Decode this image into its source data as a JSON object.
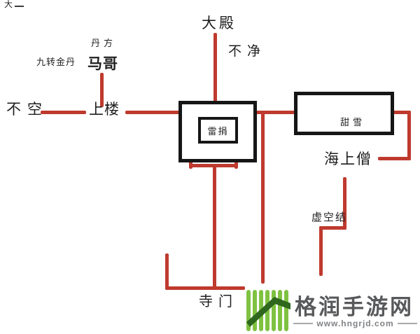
{
  "diagram": {
    "corner_mark": "大",
    "nodes": {
      "dadian": "大殿",
      "bujing": "不净",
      "danfang": "丹方",
      "jiuzhuan_jindan": "九转金丹",
      "mage": "马哥",
      "bukong": "不空",
      "shanglou": "上楼",
      "hall_inner": "雷捐",
      "tianxue": "甜雪",
      "haishangseng": "海上僧",
      "xukongjie": "虚空结",
      "simen": "寺门"
    },
    "colors": {
      "path_red": "#bf3a2e",
      "box_border": "#161616",
      "text_ink": "#1f1f1f"
    }
  },
  "watermark": {
    "site_name": "格润手游网",
    "site_url": "www.hngrjd.com",
    "logo_light_green": "#7fc241",
    "logo_dark_green": "#2e671d",
    "brand_text_color": "#58595b"
  }
}
